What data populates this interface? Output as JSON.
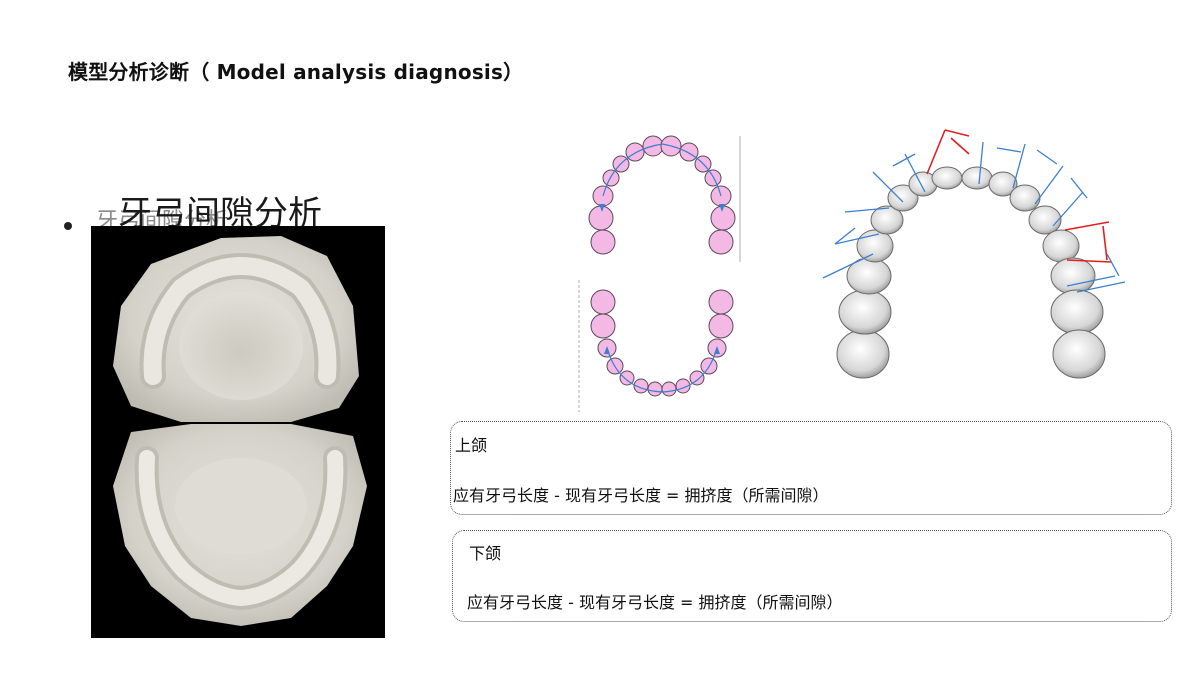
{
  "slide": {
    "title": "模型分析诊断（ Model analysis diagnosis）",
    "heading": "牙弓间隙分析",
    "heading_shadow": "牙弓间隙分析"
  },
  "figures": {
    "photo_icon": "dental-cast-photo-icon",
    "left_diagram_icon": "arch-length-diagram-icon",
    "right_diagram_icon": "tooth-width-measurement-icon"
  },
  "boxes": {
    "upper": {
      "label": "上颌",
      "formula": "应有牙弓长度 - 现有牙弓长度 = 拥挤度（所需间隙）"
    },
    "lower": {
      "label": "下颌",
      "formula": "应有牙弓长度 - 现有牙弓长度 = 拥挤度（所需间隙）"
    }
  },
  "colors": {
    "tooth_fill": "#f4b8e4",
    "tooth_stroke": "#5a4a5a",
    "arrow_blue": "#3b7fd0",
    "measure_red": "#e02020",
    "cast_plaster": "#d9d7cf"
  }
}
